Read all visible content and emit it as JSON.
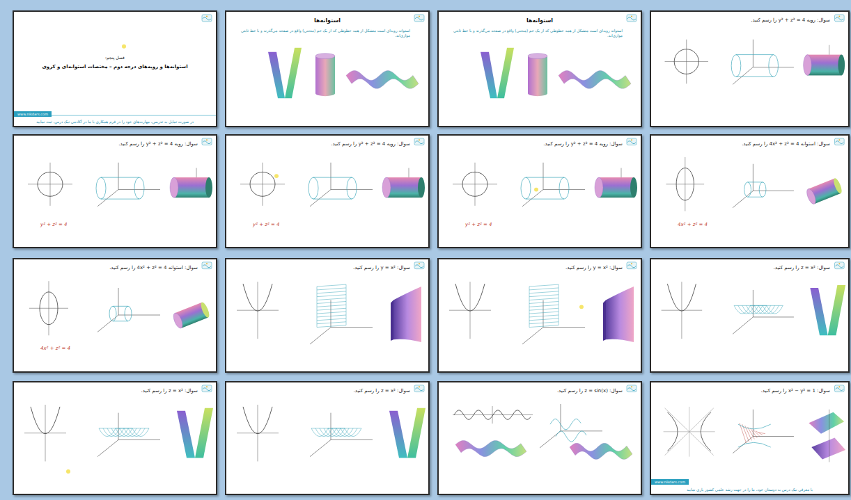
{
  "diagram": {
    "nodes": [
      {
        "text": [
          "فصل پنجم:",
          "استوانه‌ها و رویه‌های درجه دوم – مختصات استوانه‌ای و کروی",
          "www.nikdars.com",
          "در صورت تمایل به تدریس، مهارت‌های خود را در فرم همکاری با ما در آکادمی نیک درس، ثبت نمایید"
        ]
      },
      {
        "text": [
          "استوانه‌ها",
          "استوانه رویه‌ای است متشکل از همه خطوطی که از یک خم (منحنی) واقع در صفحه می‌گذرند و با خط ثابتی موازی‌اند."
        ]
      },
      {
        "text": [
          "استوانه‌ها",
          "استوانه رویه‌ای است متشکل از همه خطوطی که از یک خم (منحنی) واقع در صفحه می‌گذرند و با خط ثابتی موازی‌اند."
        ]
      },
      {
        "text": [
          "سوال: رویه y² + z² = 4 را رسم کنید."
        ]
      },
      {
        "text": [
          "سوال: رویه y² + z² = 4 را رسم کنید.",
          "y² + z² = 4"
        ]
      },
      {
        "text": [
          "سوال: رویه y² + z² = 4 را رسم کنید.",
          "y² + z² = 4"
        ]
      },
      {
        "text": [
          "سوال: رویه y² + z² = 4 را رسم کنید.",
          "y² + z² = 4"
        ]
      },
      {
        "text": [
          "سوال: استوانه 4x² + z² = 4 را رسم کنید.",
          "4x² + z² = 4"
        ]
      },
      {
        "text": [
          "سوال: استوانه 4x² + z² = 4 را رسم کنید.",
          "4x² + z² = 4"
        ]
      },
      {
        "text": [
          "سوال: y = x² را رسم کنید."
        ]
      },
      {
        "text": [
          "سوال: y = x² را رسم کنید."
        ]
      },
      {
        "text": [
          "سوال: z = x² را رسم کنید."
        ]
      },
      {
        "text": [
          "سوال: z = x² را رسم کنید."
        ]
      },
      {
        "text": [
          "سوال: z = x² را رسم کنید."
        ]
      },
      {
        "text": [
          "سوال: z = sin(x) را رسم کنید."
        ]
      },
      {
        "text": [
          "سوال: x² − y² = 1 را رسم کنید.",
          "www.nikdars.com",
          "با معرفی نیک درس به دوستان خود، ما را در جهت رشد علمی کشور یاری نمایید"
        ]
      }
    ]
  }
}
